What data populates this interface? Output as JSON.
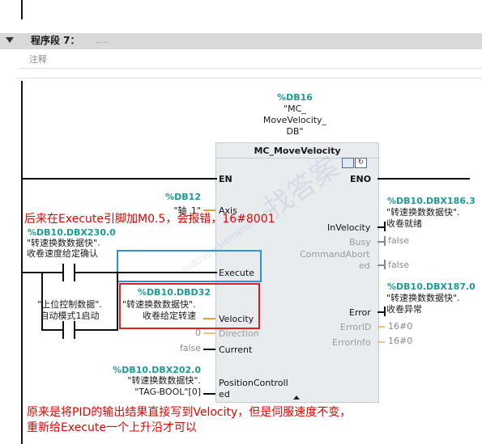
{
  "segment": {
    "title": "程序段 7：",
    "title_extra": ".....",
    "comment": "注释"
  },
  "instance": {
    "db": "%DB16",
    "name_lines": [
      "\"MC_",
      "MoveVelocity_",
      "DB\""
    ]
  },
  "block": {
    "type": "MC_MoveVelocity",
    "en": "EN",
    "eno": "ENO"
  },
  "inputs": {
    "axis": {
      "pin": "Axis",
      "addr": "%DB12",
      "value": "\"轴_1\""
    },
    "execute": {
      "pin": "Execute",
      "addr": "%DB10.DBX230.0",
      "lines": [
        "\"转速换数数据快\".",
        "收卷速度给定确认"
      ]
    },
    "velocity": {
      "pin": "Velocity",
      "addr": "%DB10.DBD32",
      "lines": [
        "\"转速换数数据快\".",
        "收卷给定转速"
      ]
    },
    "direction": {
      "pin": "Direction",
      "value": "0"
    },
    "current": {
      "pin": "Current",
      "value": "false"
    },
    "position_controlled": {
      "pin_lines": [
        "PositionControll",
        "ed"
      ],
      "addr": "%DB10.DBX202.0",
      "lines": [
        "\"转速换数数据快\".",
        "\"TAG-BOOL\"[0]"
      ]
    }
  },
  "contact2": {
    "lines": [
      "\"上位控制数据\".",
      "自动模式1启动"
    ]
  },
  "outputs": {
    "in_velocity": {
      "pin": "InVelocity",
      "addr": "%DB10.DBX186.3",
      "lines": [
        "\"转速换数数据快\".",
        "收卷就绪"
      ]
    },
    "busy": {
      "pin": "Busy",
      "value": "false"
    },
    "command_aborted": {
      "pin_lines": [
        "CommandAbort",
        "ed"
      ],
      "value": "false"
    },
    "error": {
      "pin": "Error",
      "addr": "%DB10.DBX187.0",
      "lines": [
        "\"转速换数数据快\".",
        "收卷异常"
      ]
    },
    "error_id": {
      "pin": "ErrorID",
      "value": "16#0"
    },
    "error_info": {
      "pin": "ErrorInfo",
      "value": "16#0"
    }
  },
  "annotations": {
    "note1": "后来在Execute引脚加M0.5，会报错，16#8001",
    "note2_line1": "原来是将PID的输出结果直接写到Velocity，但是伺服速度不变，",
    "note2_line2": "重新给Execute一个上升沿才可以"
  },
  "watermark": {
    "text": "找答案",
    "sub": "industry.siemens.com"
  },
  "colors": {
    "teal": "#1c9a97",
    "red_annotation": "#e60000",
    "blue_box": "#2f8fe0",
    "red_box": "#e02020",
    "orange_wire": "#f0a030",
    "block_fill": "#e9ecef",
    "header_bar": "#d9d9d9"
  }
}
